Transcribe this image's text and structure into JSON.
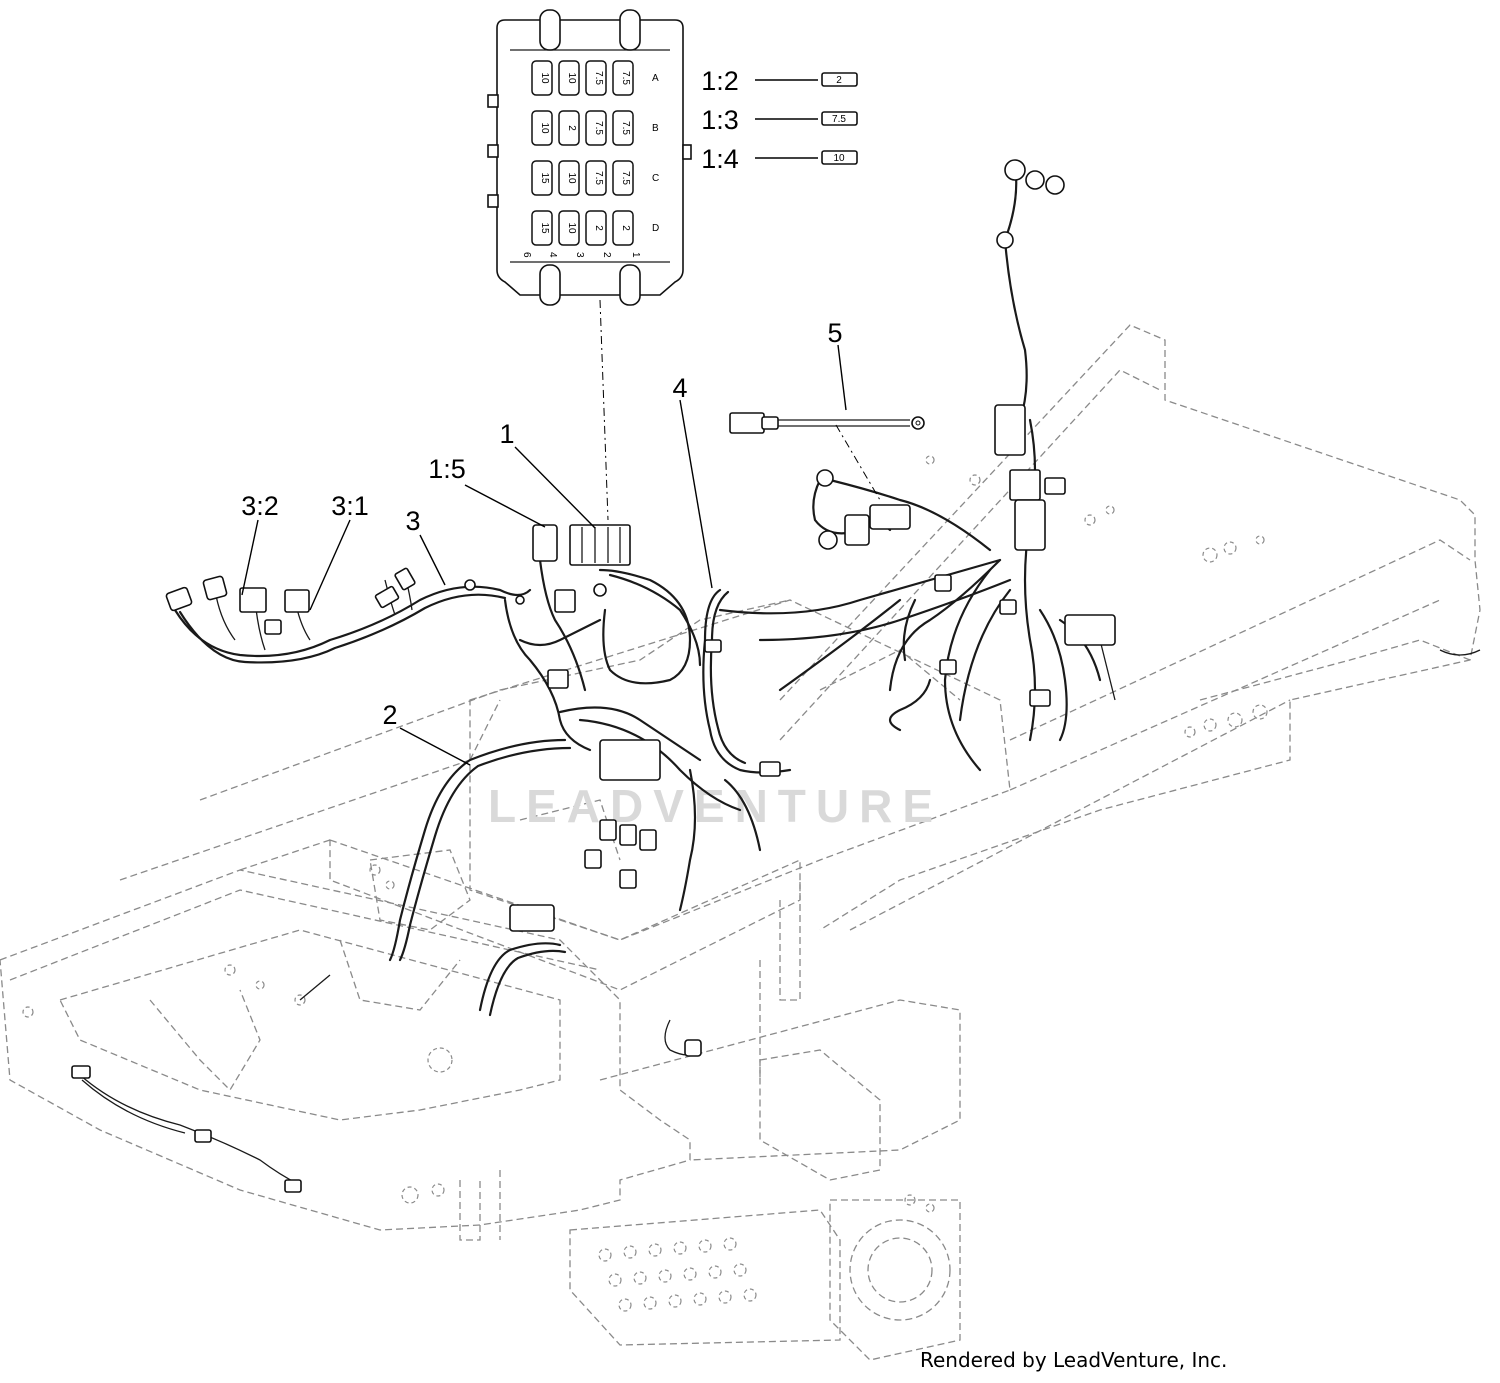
{
  "callouts": {
    "c1": "1",
    "c1_2": "1:2",
    "c1_3": "1:3",
    "c1_4": "1:4",
    "c1_5": "1:5",
    "c2": "2",
    "c3": "3",
    "c3_1": "3:1",
    "c3_2": "3:2",
    "c4": "4",
    "c5": "5"
  },
  "fuse_ratings": {
    "f1_2": "2",
    "f1_3": "7.5",
    "f1_4": "10"
  },
  "fuse_block": {
    "rows": [
      "A",
      "B",
      "C",
      "D"
    ],
    "ratings": [
      [
        "10",
        "10",
        "7.5",
        "7.5"
      ],
      [
        "10",
        "2",
        "7.5",
        "7.5"
      ],
      [
        "15",
        "10",
        "7.5",
        "7.5"
      ],
      [
        "15",
        "10",
        "2",
        "2"
      ]
    ],
    "positions": [
      "6",
      "4",
      "3",
      "2",
      "1"
    ]
  },
  "watermark": "LEADVENTURE",
  "credit": "Rendered by LeadVenture, Inc."
}
